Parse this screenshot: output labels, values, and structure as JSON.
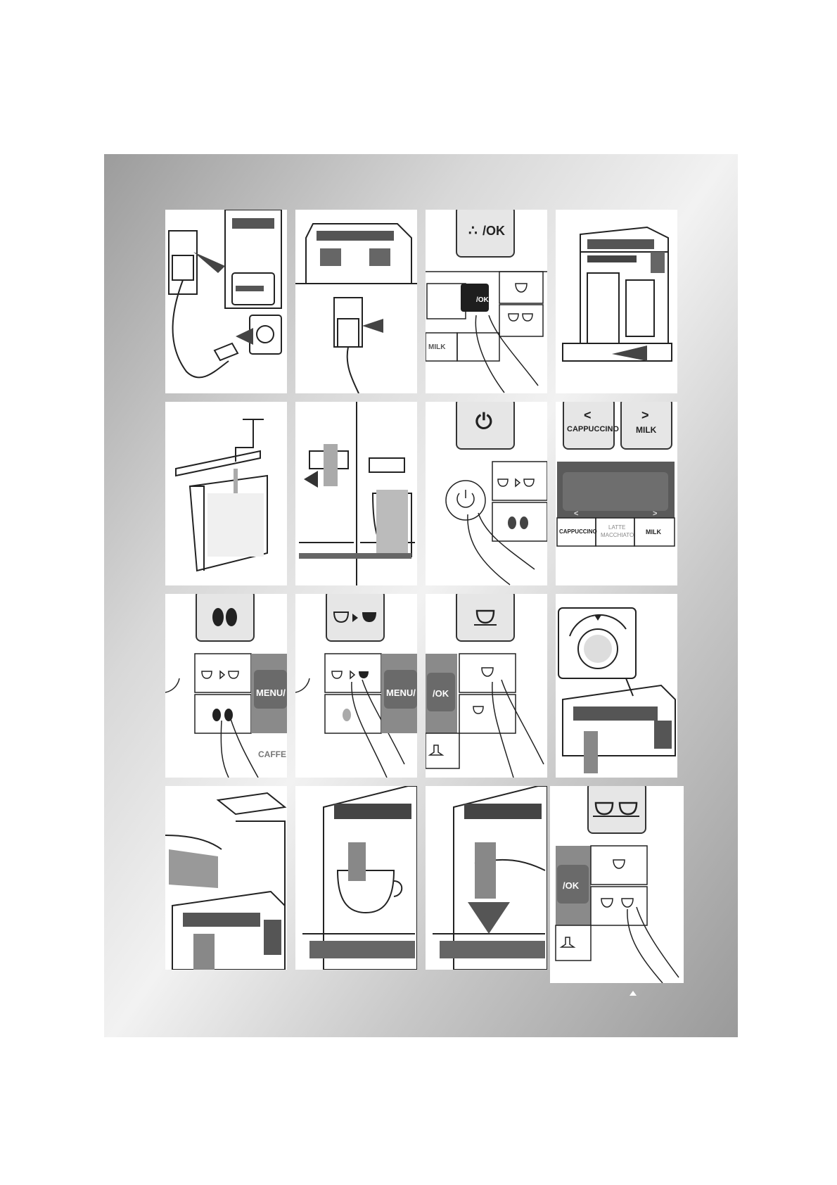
{
  "labels": {
    "ok_small": "/OK",
    "ok_big": "/OK",
    "milk_panel3": "MILK",
    "cappuccino_btn": "CAPPUCCINO",
    "milk_btn": "MILK",
    "cappuccino_key": "CAPPUCCINO",
    "latte_line1": "LATTE",
    "latte_line2": "MACCHIATO",
    "milk_key": "MILK",
    "menu_p9": "MENU/",
    "caffe_p9": "CAFFE",
    "menu_p10": "MENU/",
    "ok_p11": "/OK",
    "ok_p16": "/OK",
    "arrow_left": "<",
    "arrow_right": ">",
    "lcd_left": "<",
    "lcd_right": ">"
  },
  "icons": [
    "power-icon",
    "drops-icon",
    "beans-icon",
    "cup-icon",
    "two-cups-icon",
    "cup-to-cup-icon",
    "steam-icon",
    "hand-press-icon"
  ],
  "colors": {
    "dark_key": "#1e1e1e",
    "grey_key": "#e6e6e6",
    "menu_bar": "#8a8a8a",
    "lcd": "#5a5a5a"
  }
}
